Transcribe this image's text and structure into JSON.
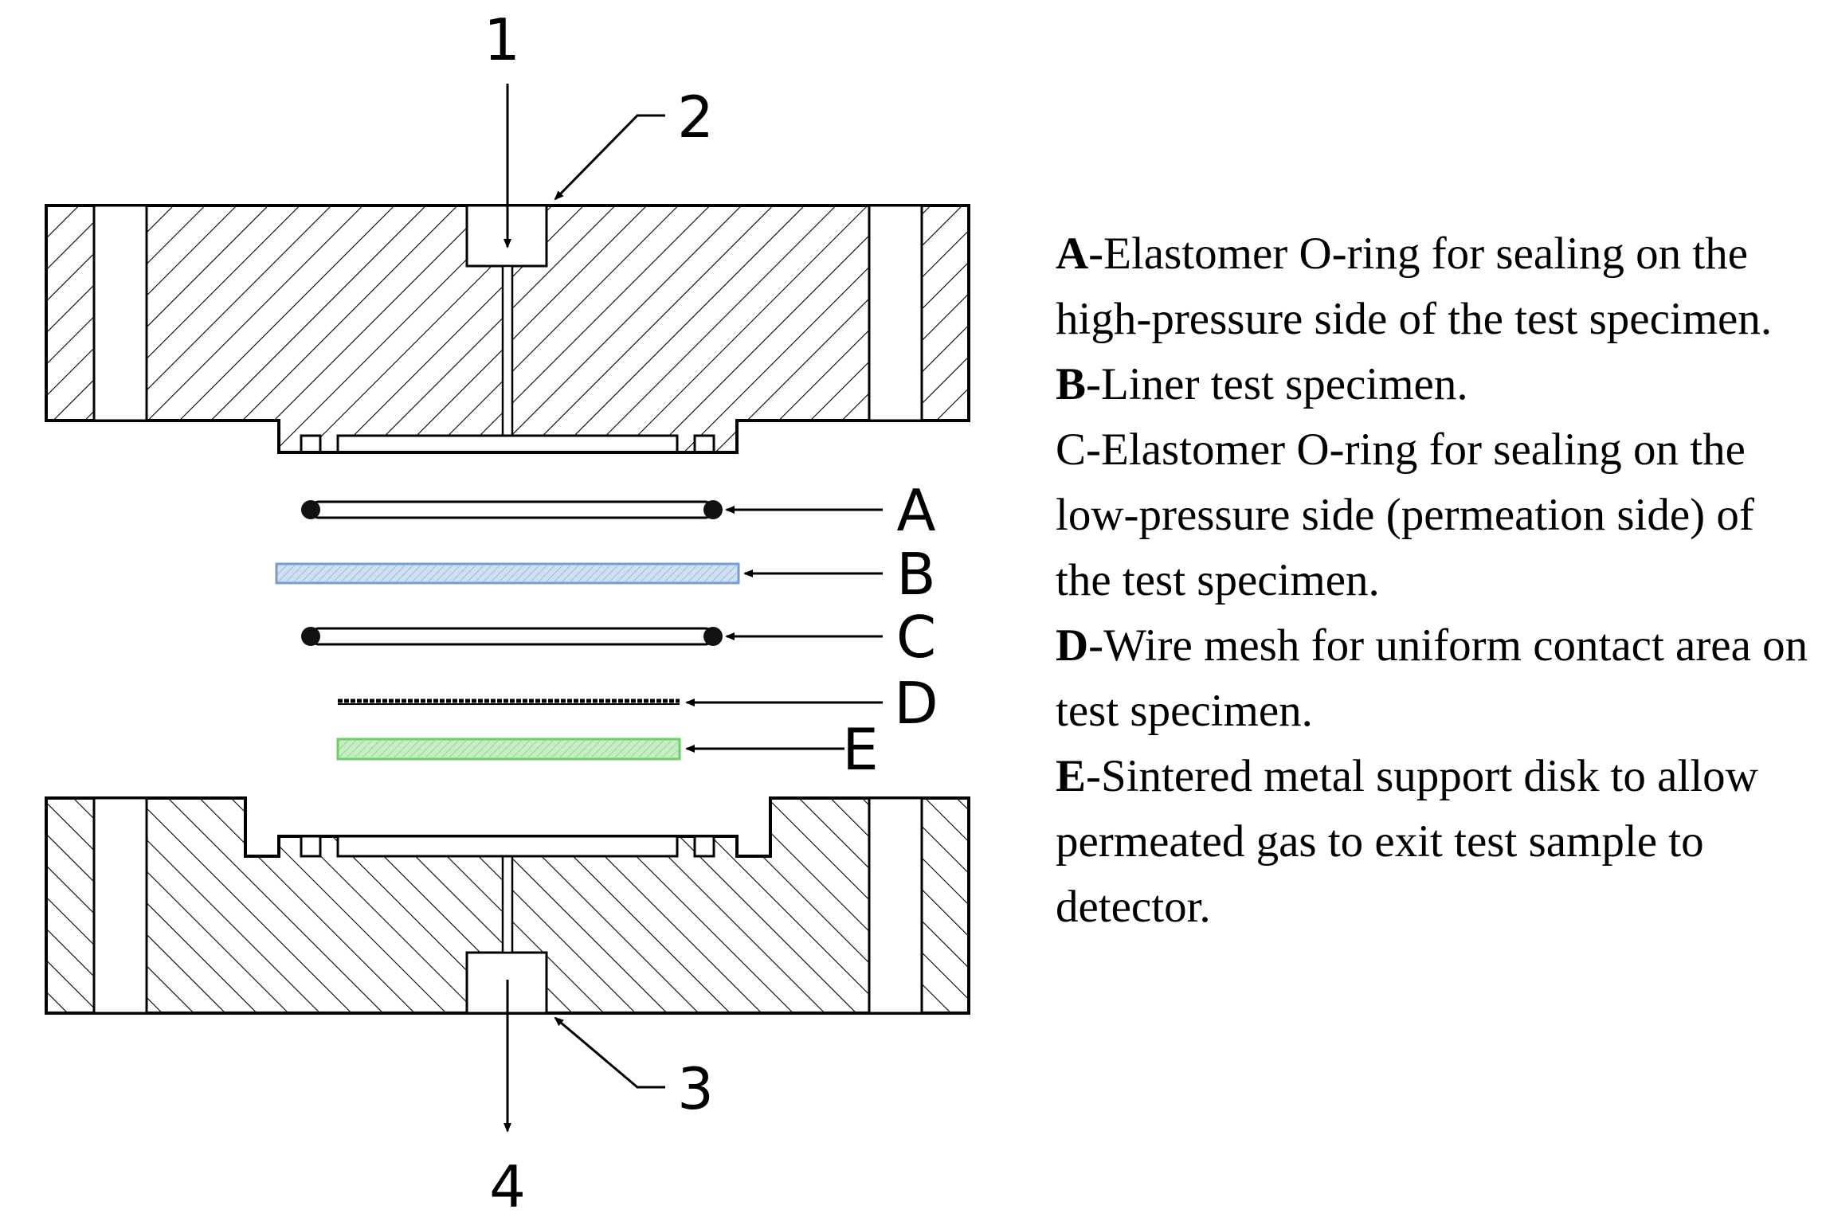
{
  "callouts": {
    "n1": "1",
    "n2": "2",
    "n3": "3",
    "n4": "4"
  },
  "part_labels": {
    "a": "A",
    "b": "B",
    "c": "C",
    "d": "D",
    "e": "E"
  },
  "legend": [
    {
      "key": "A",
      "text": "-Elastomer O-ring for sealing on the high-pressure side of the test specimen."
    },
    {
      "key": "B",
      "text": "-Liner test specimen."
    },
    {
      "key": "C",
      "text": "-Elastomer O-ring for sealing on the low-pressure side (permeation side) of the test specimen."
    },
    {
      "key": "D",
      "text": "-Wire mesh for uniform contact area on test specimen."
    },
    {
      "key": "E",
      "text": "-Sintered metal support disk to allow permeated gas to exit test sample to detector."
    }
  ],
  "colors": {
    "specimen_fill": "#cfe0f3",
    "specimen_stroke": "#7a9cc8",
    "support_disk_fill": "#c8ecc4",
    "support_disk_stroke": "#6ccf6a",
    "line": "#000000"
  }
}
